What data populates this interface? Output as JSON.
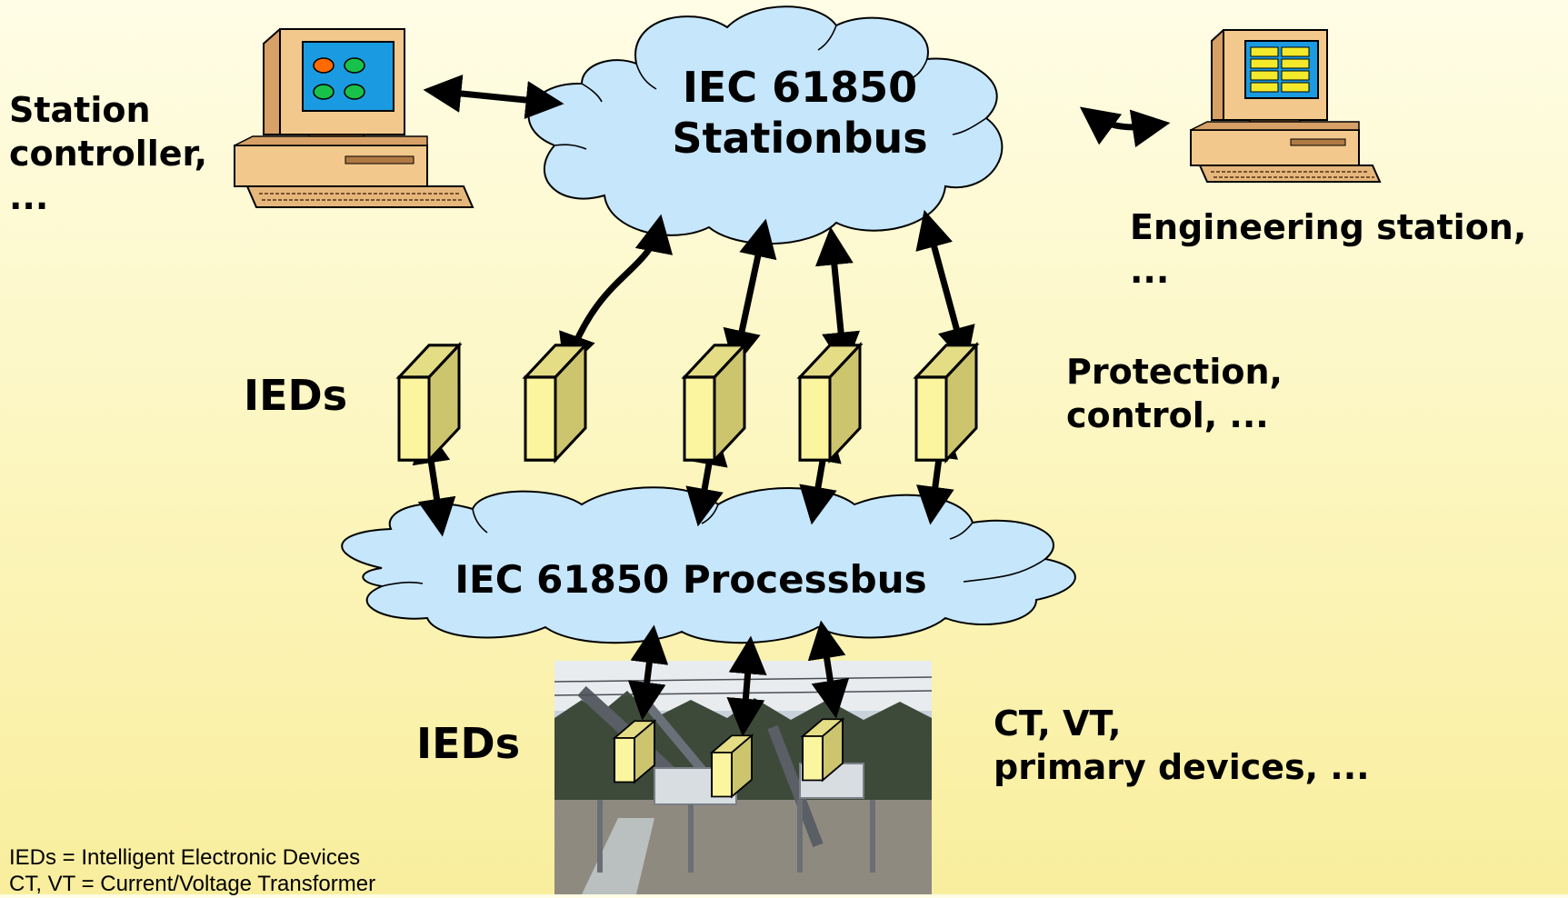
{
  "diagram": {
    "station_bus_label": "IEC 61850\nStationbus",
    "process_bus_label": "IEC 61850 Processbus",
    "station_controller_label": "Station\ncontroller,\n...",
    "engineering_station_label": "Engineering station, ...",
    "ieds_upper_label": "IEDs",
    "ieds_lower_label": "IEDs",
    "protection_label": "Protection,\ncontrol, ...",
    "ct_vt_label": "CT, VT,\nprimary devices, ...",
    "legend": [
      "IEDs = Intelligent Electronic Devices",
      "CT, VT = Current/Voltage Transformer"
    ]
  },
  "colors": {
    "cloud_fill": "#c6e6fc",
    "ied_front": "#fbf59f",
    "ied_top": "#e4dd86",
    "ied_side": "#cdc56e",
    "monitor_body": "#f3c88d",
    "screen": "#1a9be1"
  }
}
